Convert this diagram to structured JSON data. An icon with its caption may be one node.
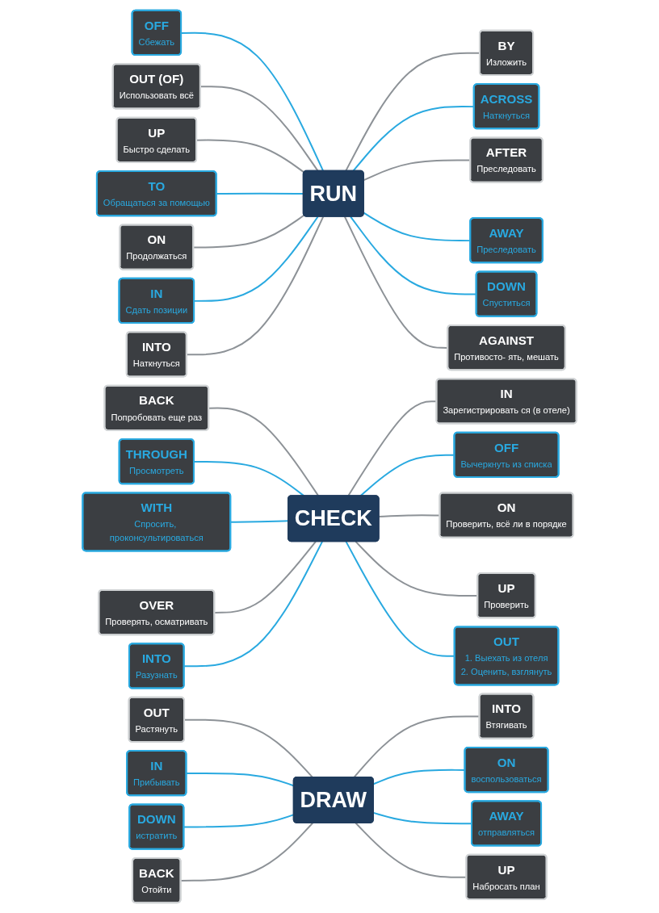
{
  "diagram": {
    "nodes": [
      {
        "text": [
          "OFF",
          "Сбежать"
        ]
      },
      {
        "text": [
          "OUT (OF)",
          "Использовать всё"
        ]
      },
      {
        "text": [
          "BY",
          "Изложить"
        ]
      },
      {
        "text": [
          "ACROSS",
          "Наткнуться"
        ]
      },
      {
        "text": [
          "UP",
          "Быстро сделать"
        ]
      },
      {
        "text": [
          "AFTER",
          "Преследовать"
        ]
      },
      {
        "text": [
          "RUN"
        ]
      },
      {
        "text": [
          "TO",
          "Обращаться за помощью"
        ]
      },
      {
        "text": [
          "AWAY",
          "Преследовать"
        ]
      },
      {
        "text": [
          "ON",
          "Продолжаться"
        ]
      },
      {
        "text": [
          "IN",
          "Сдать позиции"
        ]
      },
      {
        "text": [
          "INTO",
          "Наткнуться"
        ]
      },
      {
        "text": [
          "DOWN",
          "Спуститься"
        ]
      },
      {
        "text": [
          "AGAINST",
          "Противосто- ять, мешать"
        ]
      },
      {
        "text": [
          "BACK",
          "Попробовать еще раз"
        ]
      },
      {
        "text": [
          "THROUGH",
          "Просмотреть"
        ]
      },
      {
        "text": [
          "IN",
          "Зарегистрировать ся (в отеле)"
        ]
      },
      {
        "text": [
          "OFF",
          "Вычеркнуть из списка"
        ]
      },
      {
        "text": [
          "WITH",
          "Спросить, проконсультироваться"
        ]
      },
      {
        "text": [
          "CHECK"
        ]
      },
      {
        "text": [
          "ON",
          "Проверить, всё ли в порядке"
        ]
      },
      {
        "text": [
          "OVER",
          "Проверять, осматривать"
        ]
      },
      {
        "text": [
          "INTO",
          "Разузнать"
        ]
      },
      {
        "text": [
          "UP",
          "Проверить"
        ]
      },
      {
        "text": [
          "OUT",
          "1. Выехать из отеля",
          "2. Оценить, взглянуть"
        ]
      },
      {
        "text": [
          "OUT",
          "Растянуть"
        ]
      },
      {
        "text": [
          "IN",
          "Прибывать"
        ]
      },
      {
        "text": [
          "INTO",
          "Втягивать"
        ]
      },
      {
        "text": [
          "DOWN",
          "истратить"
        ]
      },
      {
        "text": [
          "DRAW"
        ]
      },
      {
        "text": [
          "ON",
          "воспользоваться"
        ]
      },
      {
        "text": [
          "BACK",
          "Отойти"
        ]
      },
      {
        "text": [
          "AWAY",
          "отправляться"
        ]
      },
      {
        "text": [
          "UP",
          "Набросать план"
        ]
      }
    ],
    "edges": [
      {
        "from": 0,
        "to": 6,
        "arrow": "none",
        "color": "#29a9e0"
      },
      {
        "from": 1,
        "to": 6,
        "arrow": "none"
      },
      {
        "from": 6,
        "to": 2,
        "arrow": "none"
      },
      {
        "from": 6,
        "to": 3,
        "arrow": "none",
        "color": "#29a9e0"
      },
      {
        "from": 4,
        "to": 6,
        "arrow": "none"
      },
      {
        "from": 6,
        "to": 5,
        "arrow": "none"
      },
      {
        "from": 7,
        "to": 6,
        "arrow": "none",
        "color": "#29a9e0"
      },
      {
        "from": 6,
        "to": 8,
        "arrow": "none",
        "color": "#29a9e0"
      },
      {
        "from": 9,
        "to": 6,
        "arrow": "none"
      },
      {
        "from": 10,
        "to": 6,
        "arrow": "none",
        "color": "#29a9e0"
      },
      {
        "from": 11,
        "to": 6,
        "arrow": "none"
      },
      {
        "from": 6,
        "to": 12,
        "arrow": "none",
        "color": "#29a9e0"
      },
      {
        "from": 6,
        "to": 13,
        "arrow": "none"
      },
      {
        "from": 14,
        "to": 19,
        "arrow": "none"
      },
      {
        "from": 15,
        "to": 19,
        "arrow": "none",
        "color": "#29a9e0"
      },
      {
        "from": 19,
        "to": 16,
        "arrow": "none"
      },
      {
        "from": 19,
        "to": 17,
        "arrow": "none",
        "color": "#29a9e0"
      },
      {
        "from": 18,
        "to": 19,
        "arrow": "none",
        "color": "#29a9e0"
      },
      {
        "from": 19,
        "to": 20,
        "arrow": "none"
      },
      {
        "from": 21,
        "to": 19,
        "arrow": "none"
      },
      {
        "from": 22,
        "to": 19,
        "arrow": "none",
        "color": "#29a9e0"
      },
      {
        "from": 19,
        "to": 23,
        "arrow": "none"
      },
      {
        "from": 19,
        "to": 24,
        "arrow": "none",
        "color": "#29a9e0"
      },
      {
        "from": 25,
        "to": 29,
        "arrow": "none"
      },
      {
        "from": 26,
        "to": 29,
        "arrow": "none",
        "color": "#29a9e0"
      },
      {
        "from": 29,
        "to": 27,
        "arrow": "none"
      },
      {
        "from": 28,
        "to": 29,
        "arrow": "none",
        "color": "#29a9e0"
      },
      {
        "from": 29,
        "to": 30,
        "arrow": "none",
        "color": "#29a9e0"
      },
      {
        "from": 31,
        "to": 29,
        "arrow": "none"
      },
      {
        "from": 29,
        "to": 32,
        "arrow": "none",
        "color": "#29a9e0"
      },
      {
        "from": 29,
        "to": 33,
        "arrow": "none"
      }
    ]
  }
}
